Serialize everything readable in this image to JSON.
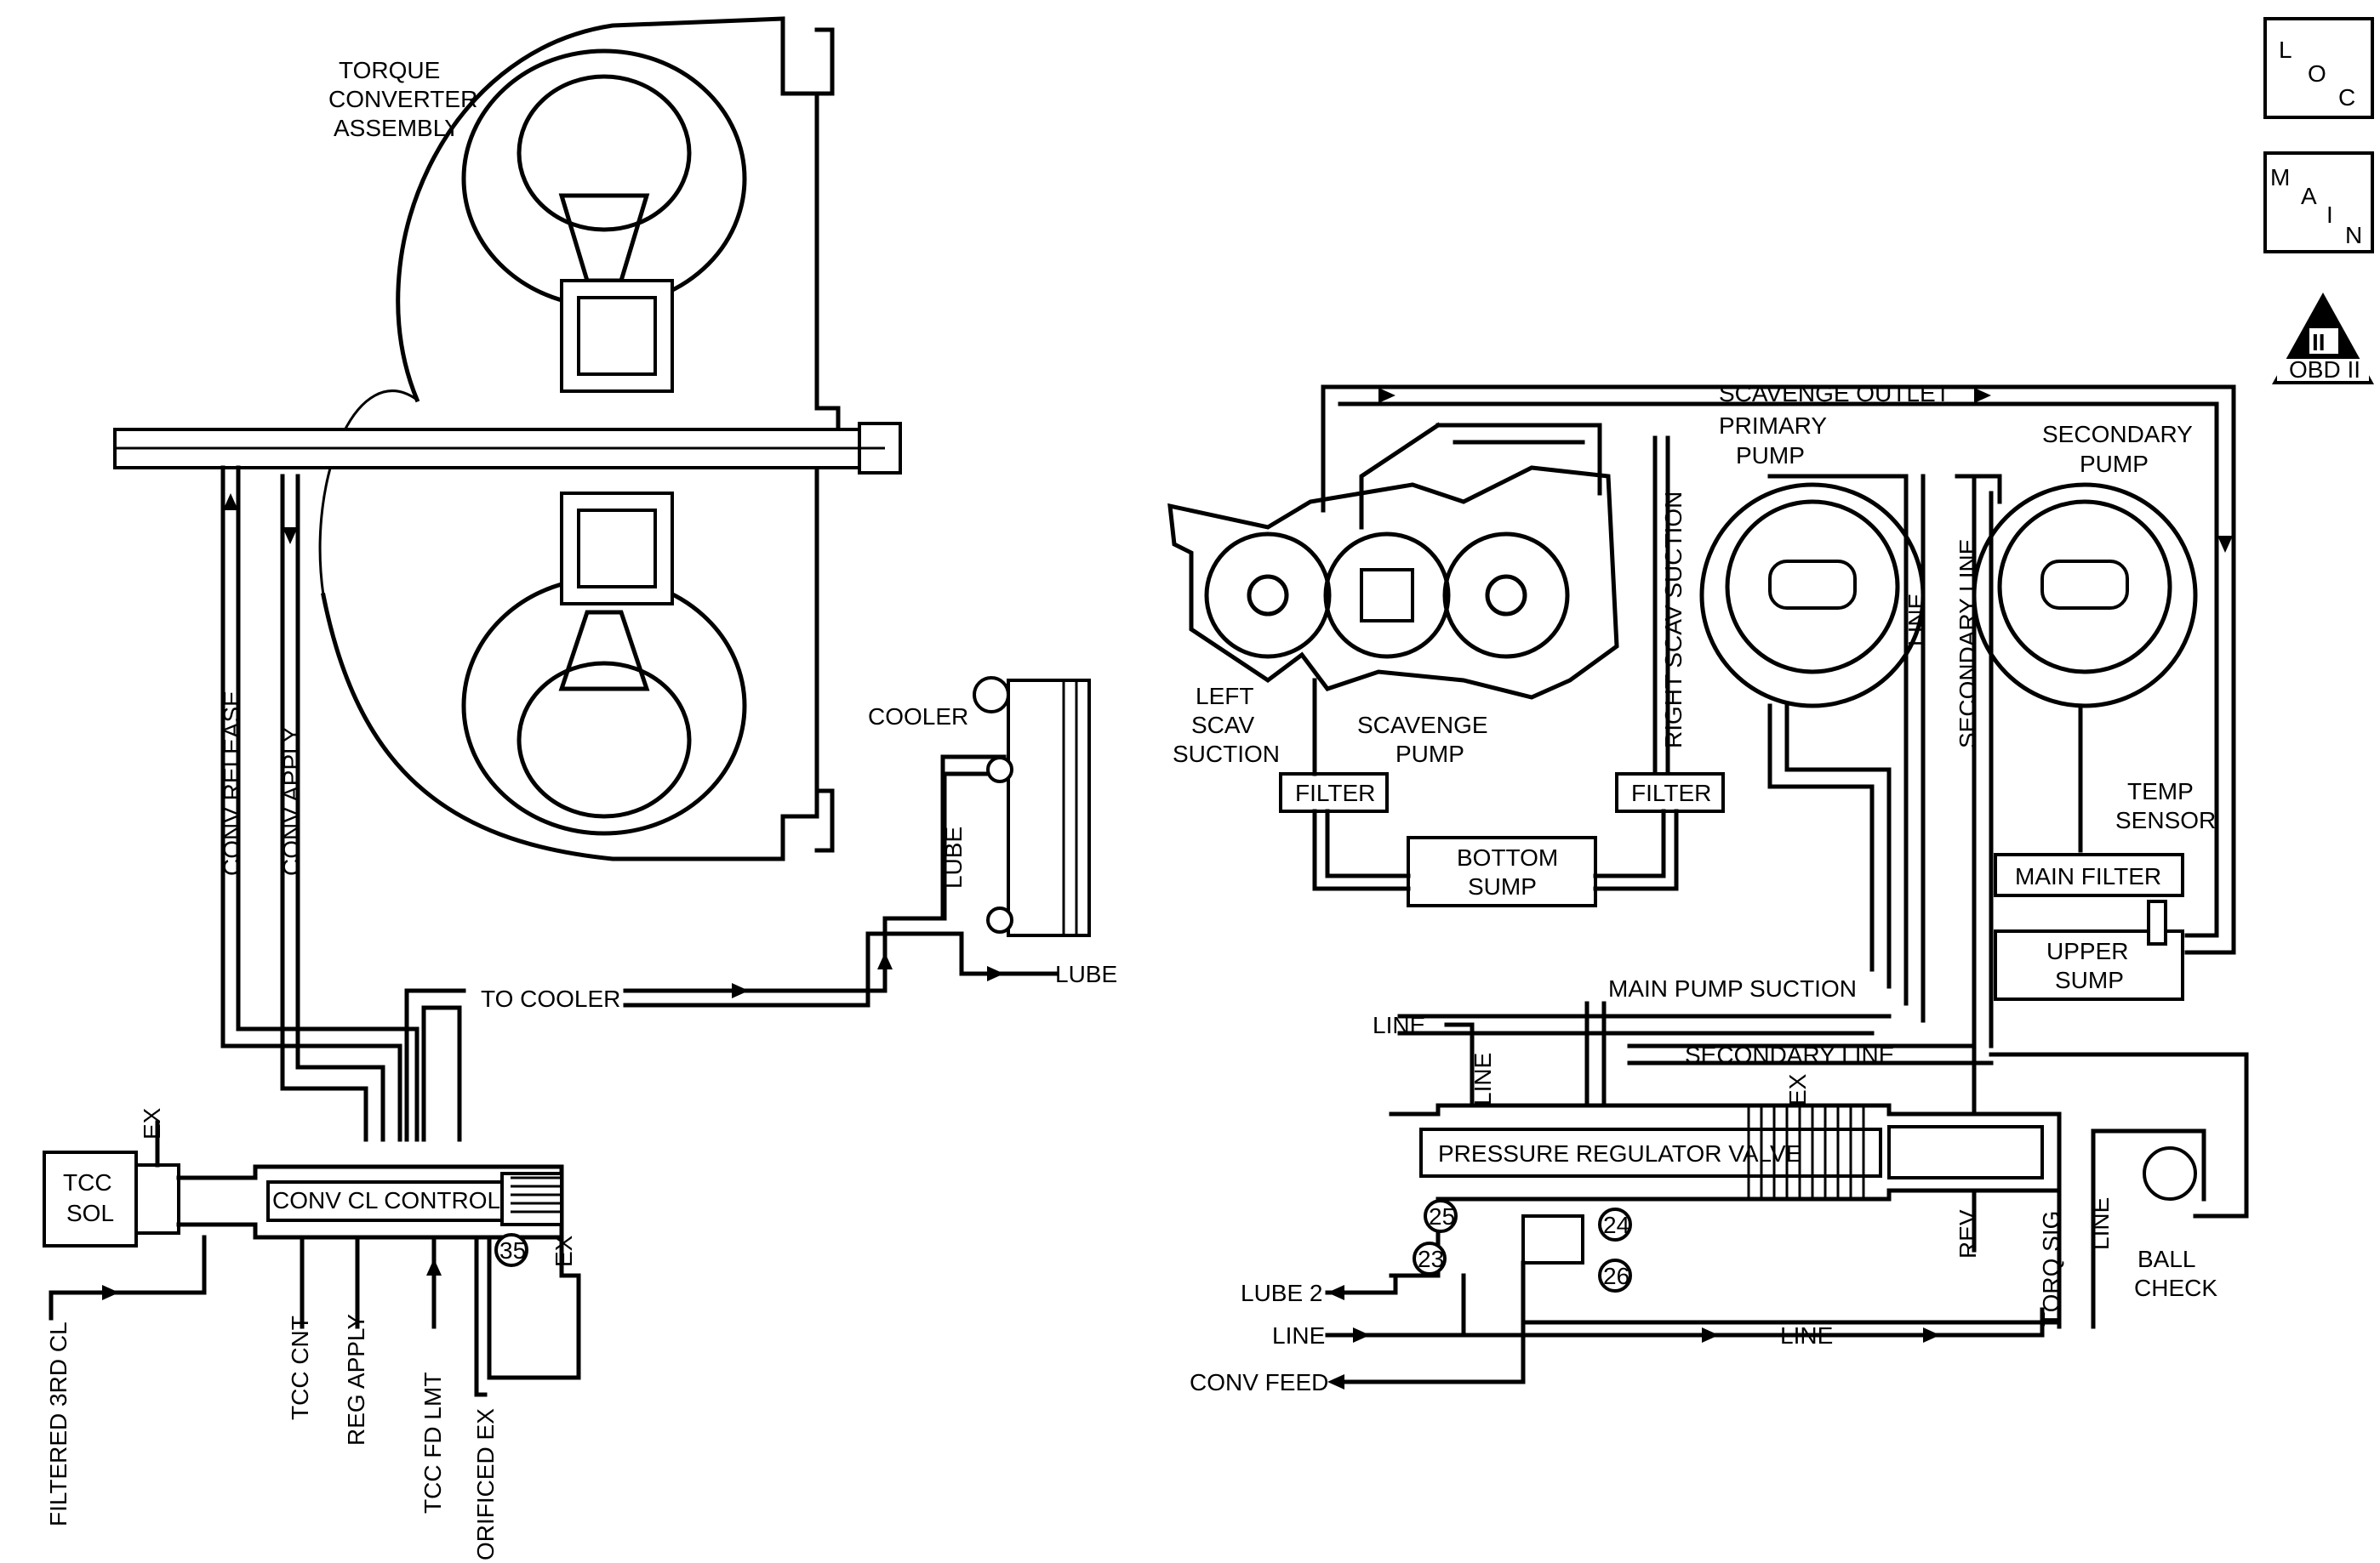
{
  "badges": {
    "loc": [
      "L",
      "O",
      "C"
    ],
    "main": [
      "M",
      "A",
      "I",
      "N"
    ],
    "obd": {
      "numeral": "II",
      "label": "OBD II"
    }
  },
  "converter": {
    "title": [
      "TORQUE",
      "CONVERTER",
      "ASSEMBLY"
    ],
    "release": "CONV RELEASE",
    "apply": "CONV APPLY",
    "to_cooler": "TO COOLER",
    "cooler": "COOLER",
    "lube_vertical": "LUBE",
    "lube_out": "LUBE"
  },
  "tcc": {
    "sol": [
      "TCC",
      "SOL"
    ],
    "ex_top": "EX",
    "valve": "CONV CL CONTROL",
    "check_num": "35",
    "ex_right": "EX",
    "filtered": "FILTERED 3RD CL",
    "cnt": "TCC CNT",
    "reg_apply": "REG APPLY",
    "fd_lmt": "TCC FD LMT",
    "orificed_ex": "ORIFICED EX"
  },
  "pumps": {
    "scavenge_outlet": "SCAVENGE OUTLET",
    "primary": [
      "PRIMARY",
      "PUMP"
    ],
    "secondary": [
      "SECONDARY",
      "PUMP"
    ],
    "left_scav": [
      "LEFT",
      "SCAV",
      "SUCTION"
    ],
    "scavenge_pump": [
      "SCAVENGE",
      "PUMP"
    ],
    "right_scav": "RIGHT SCAV SUCTION",
    "line_v": "LINE",
    "secondary_line_v": "SECONDARY LINE",
    "filter_left": "FILTER",
    "filter_right": "FILTER",
    "bottom_sump": [
      "BOTTOM",
      "SUMP"
    ],
    "temp_sensor": [
      "TEMP",
      "SENSOR"
    ],
    "main_filter": "MAIN FILTER",
    "upper_sump": [
      "UPPER",
      "SUMP"
    ]
  },
  "regulator": {
    "main_pump_suction": "MAIN PUMP SUCTION",
    "line_left": "LINE",
    "line_vert": "LINE",
    "secondary_line": "SECONDARY LINE",
    "ex": "EX",
    "valve": "PRESSURE REGULATOR VALVE",
    "c25": "25",
    "c23": "23",
    "c24": "24",
    "c26": "26",
    "rev": "REV",
    "torq_sig": "TORQ SIG",
    "line_v2": "LINE",
    "ball_check": [
      "BALL",
      "CHECK"
    ],
    "lube2": "LUBE 2",
    "line_in": "LINE",
    "line_bottom": "LINE",
    "conv_feed": "CONV FEED"
  }
}
